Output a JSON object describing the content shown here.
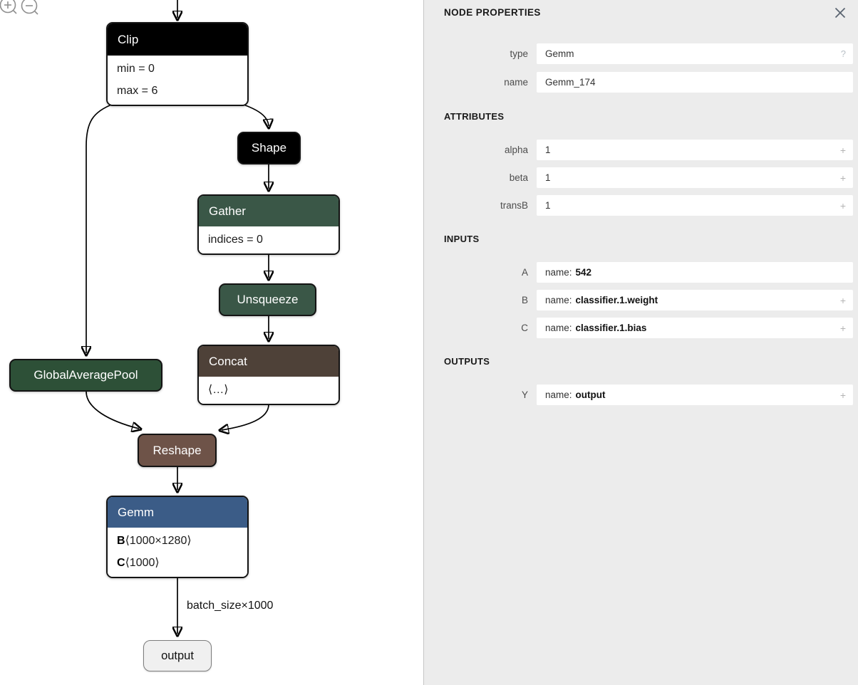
{
  "colors": {
    "node_black": "#000000",
    "node_green": "#3a5747",
    "node_green_dark": "#2d5037",
    "node_brown_dark": "#4e4138",
    "node_brown": "#6e5348",
    "node_blue": "#3b5c87",
    "panel_bg": "#ececec",
    "field_bg": "#ffffff",
    "edge": "#000000"
  },
  "toolbar": {
    "zoom_in_icon": "magnifier-plus",
    "zoom_out_icon": "magnifier-minus"
  },
  "graph": {
    "nodes": {
      "clip": {
        "label": "Clip",
        "attrs": [
          "min = 0",
          "max = 6"
        ]
      },
      "shape": {
        "label": "Shape"
      },
      "gather": {
        "label": "Gather",
        "attrs": [
          "indices = 0"
        ]
      },
      "unsqueeze": {
        "label": "Unsqueeze"
      },
      "concat": {
        "label": "Concat",
        "attrs": [
          "⟨…⟩"
        ]
      },
      "global_average_pool": {
        "label": "GlobalAveragePool"
      },
      "reshape": {
        "label": "Reshape"
      },
      "gemm": {
        "label": "Gemm",
        "attr1_name": "B",
        "attr1_value": "⟨1000×1280⟩",
        "attr2_name": "C",
        "attr2_value": "⟨1000⟩"
      },
      "output": {
        "label": "output"
      }
    },
    "edge_label": "batch_size×1000"
  },
  "panel": {
    "title": "NODE PROPERTIES",
    "close_icon": "close-x",
    "type_row": {
      "label": "type",
      "value": "Gemm",
      "help_icon": "?"
    },
    "name_row": {
      "label": "name",
      "value": "Gemm_174"
    },
    "attributes": {
      "heading": "ATTRIBUTES",
      "rows": [
        {
          "label": "alpha",
          "value": "1",
          "expander": "+"
        },
        {
          "label": "beta",
          "value": "1",
          "expander": "+"
        },
        {
          "label": "transB",
          "value": "1",
          "expander": "+"
        }
      ]
    },
    "inputs": {
      "heading": "INPUTS",
      "rows": [
        {
          "label": "A",
          "prefix": "name:",
          "value": "542",
          "expander": ""
        },
        {
          "label": "B",
          "prefix": "name:",
          "value": "classifier.1.weight",
          "expander": "+"
        },
        {
          "label": "C",
          "prefix": "name:",
          "value": "classifier.1.bias",
          "expander": "+"
        }
      ]
    },
    "outputs": {
      "heading": "OUTPUTS",
      "rows": [
        {
          "label": "Y",
          "prefix": "name:",
          "value": "output",
          "expander": "+"
        }
      ]
    }
  }
}
